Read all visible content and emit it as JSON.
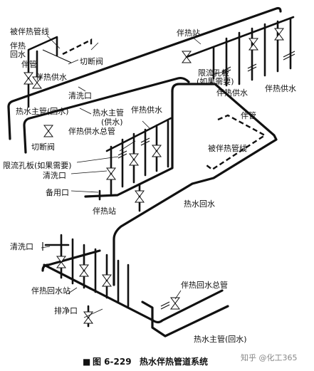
{
  "labels": {
    "l1": "被伴热管线",
    "l2": "伴热",
    "l3": "回水",
    "l4": "伴管",
    "l5": "伴热供水",
    "l6": "切断阀",
    "l7": "清洗口",
    "l8": "伴热站",
    "l9": "限流孔板",
    "l10": "(如果需要)",
    "l11": "伴热供水",
    "l12": "伴热供水",
    "l13": "热水主管(回水)",
    "l14": "热水主管",
    "l15": "(供水)",
    "l16": "伴热供水",
    "l17": "伴热供水总管",
    "l18": "伴管",
    "l19": "切断阀",
    "l20": "被伴热管线",
    "l21": "限流孔板(如果需要)",
    "l22": "清洗口",
    "l23": "备用口",
    "l24": "热水回水",
    "l25": "伴热站",
    "l26": "清洗口",
    "l27": "伴热回水站",
    "l28": "伴热回水总管",
    "l29": "排净口",
    "l30": "热水主管(回水)"
  },
  "caption": {
    "marker": "■",
    "number": "图 6-229",
    "title": "热水伴热管道系统"
  },
  "watermark": "知乎 @化工365"
}
